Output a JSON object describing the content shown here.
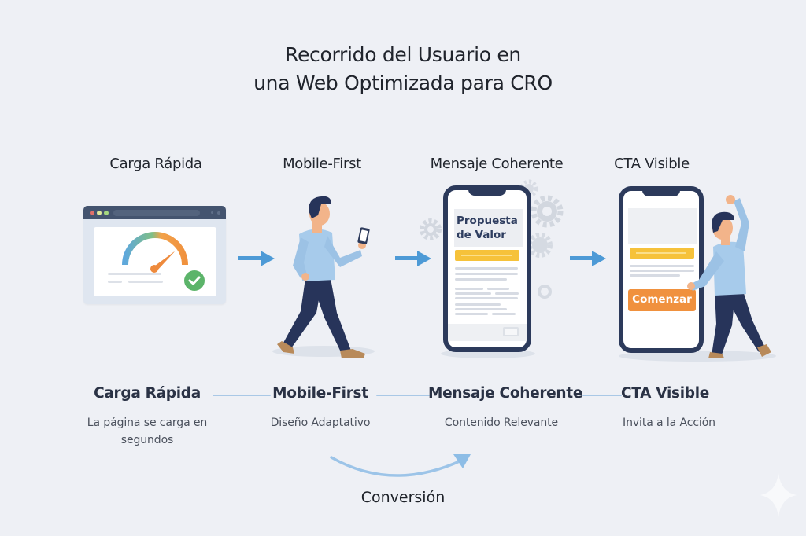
{
  "title": {
    "line1": "Recorrido del Usuario en",
    "line2": "una Web Optimizada para CRO"
  },
  "steps": [
    {
      "label": "Carga Rápida",
      "illustration": "browser-speedometer",
      "bottom_title": "Carga Rápida",
      "bottom_subtitle_line1": "La página se carga en",
      "bottom_subtitle_line2": "segundos"
    },
    {
      "label": "Mobile-First",
      "illustration": "man-walking-with-phone",
      "bottom_title": "Mobile-First",
      "bottom_subtitle_line1": "Diseño Adaptativo"
    },
    {
      "label": "Mensaje Coherente",
      "illustration": "phone-value-proposition",
      "phone_heading_line1": "Propuesta",
      "phone_heading_line2": "de Valor",
      "bottom_title": "Mensaje Coherente",
      "bottom_subtitle_line1": "Contenido Relevante"
    },
    {
      "label": "CTA Visible",
      "illustration": "man-celebrating-next-to-phone",
      "cta_button": "Comenzar",
      "bottom_title": "CTA Visible",
      "bottom_subtitle_line1": "Invita a la Acción"
    }
  ],
  "footer": {
    "conversion_label": "Conversión"
  },
  "colors": {
    "background": "#eef0f5",
    "arrow_blue": "#4d9ad6",
    "navy": "#2c3a5b",
    "shirt_blue": "#a7cbeb",
    "pants_navy": "#27345a",
    "cta_orange": "#f0913e",
    "highlight_yellow": "#f6c23a",
    "check_green": "#5cb46a",
    "connector_blue": "#a9c8e6"
  },
  "icons": [
    "arrow-right-icon",
    "speedometer-icon",
    "check-circle-icon",
    "gear-icon",
    "sparkle-icon",
    "curved-arrow-icon"
  ]
}
